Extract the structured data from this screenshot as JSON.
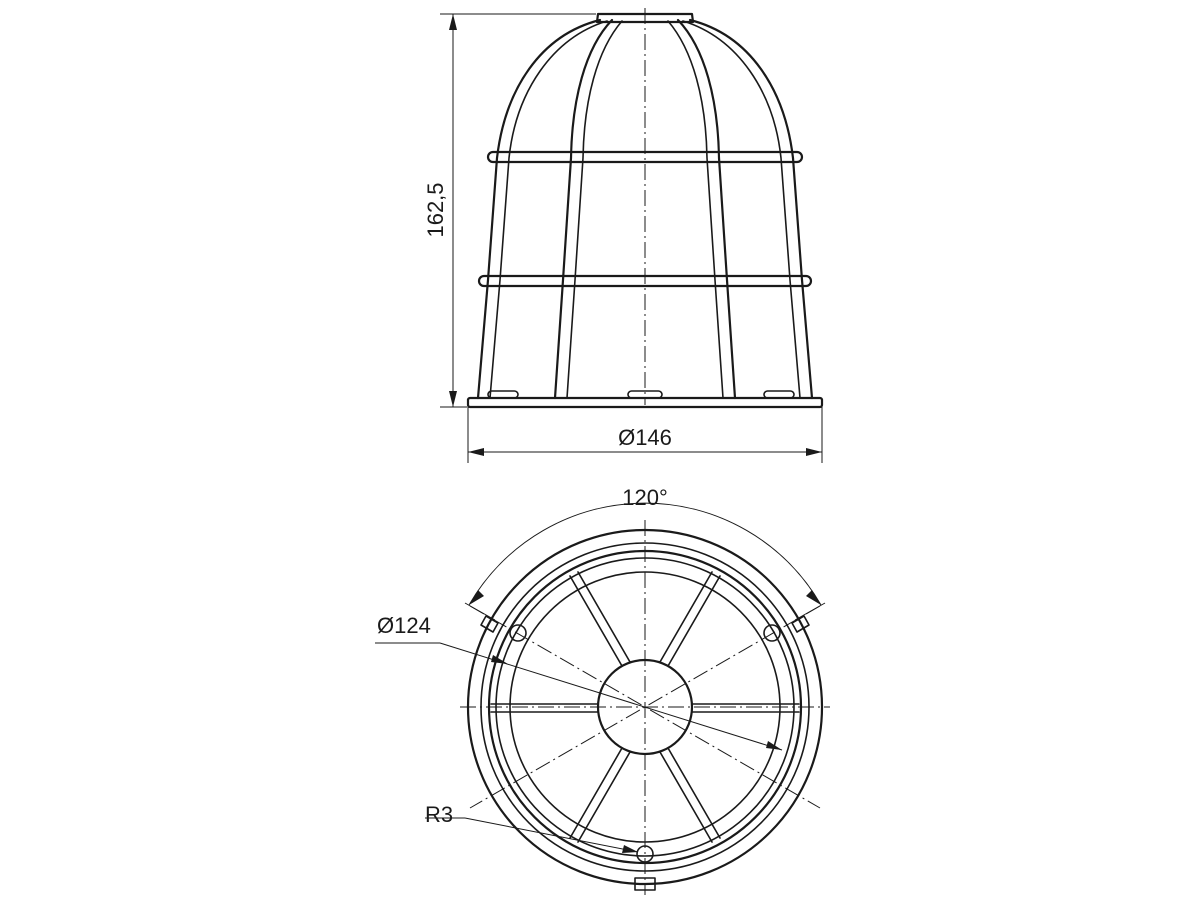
{
  "dimensions": {
    "height": "162,5",
    "base_diameter": "Ø146",
    "angle": "120°",
    "inner_diameter": "Ø124",
    "radius": "R3"
  },
  "colors": {
    "line": "#1a1a1a",
    "background": "#ffffff"
  }
}
